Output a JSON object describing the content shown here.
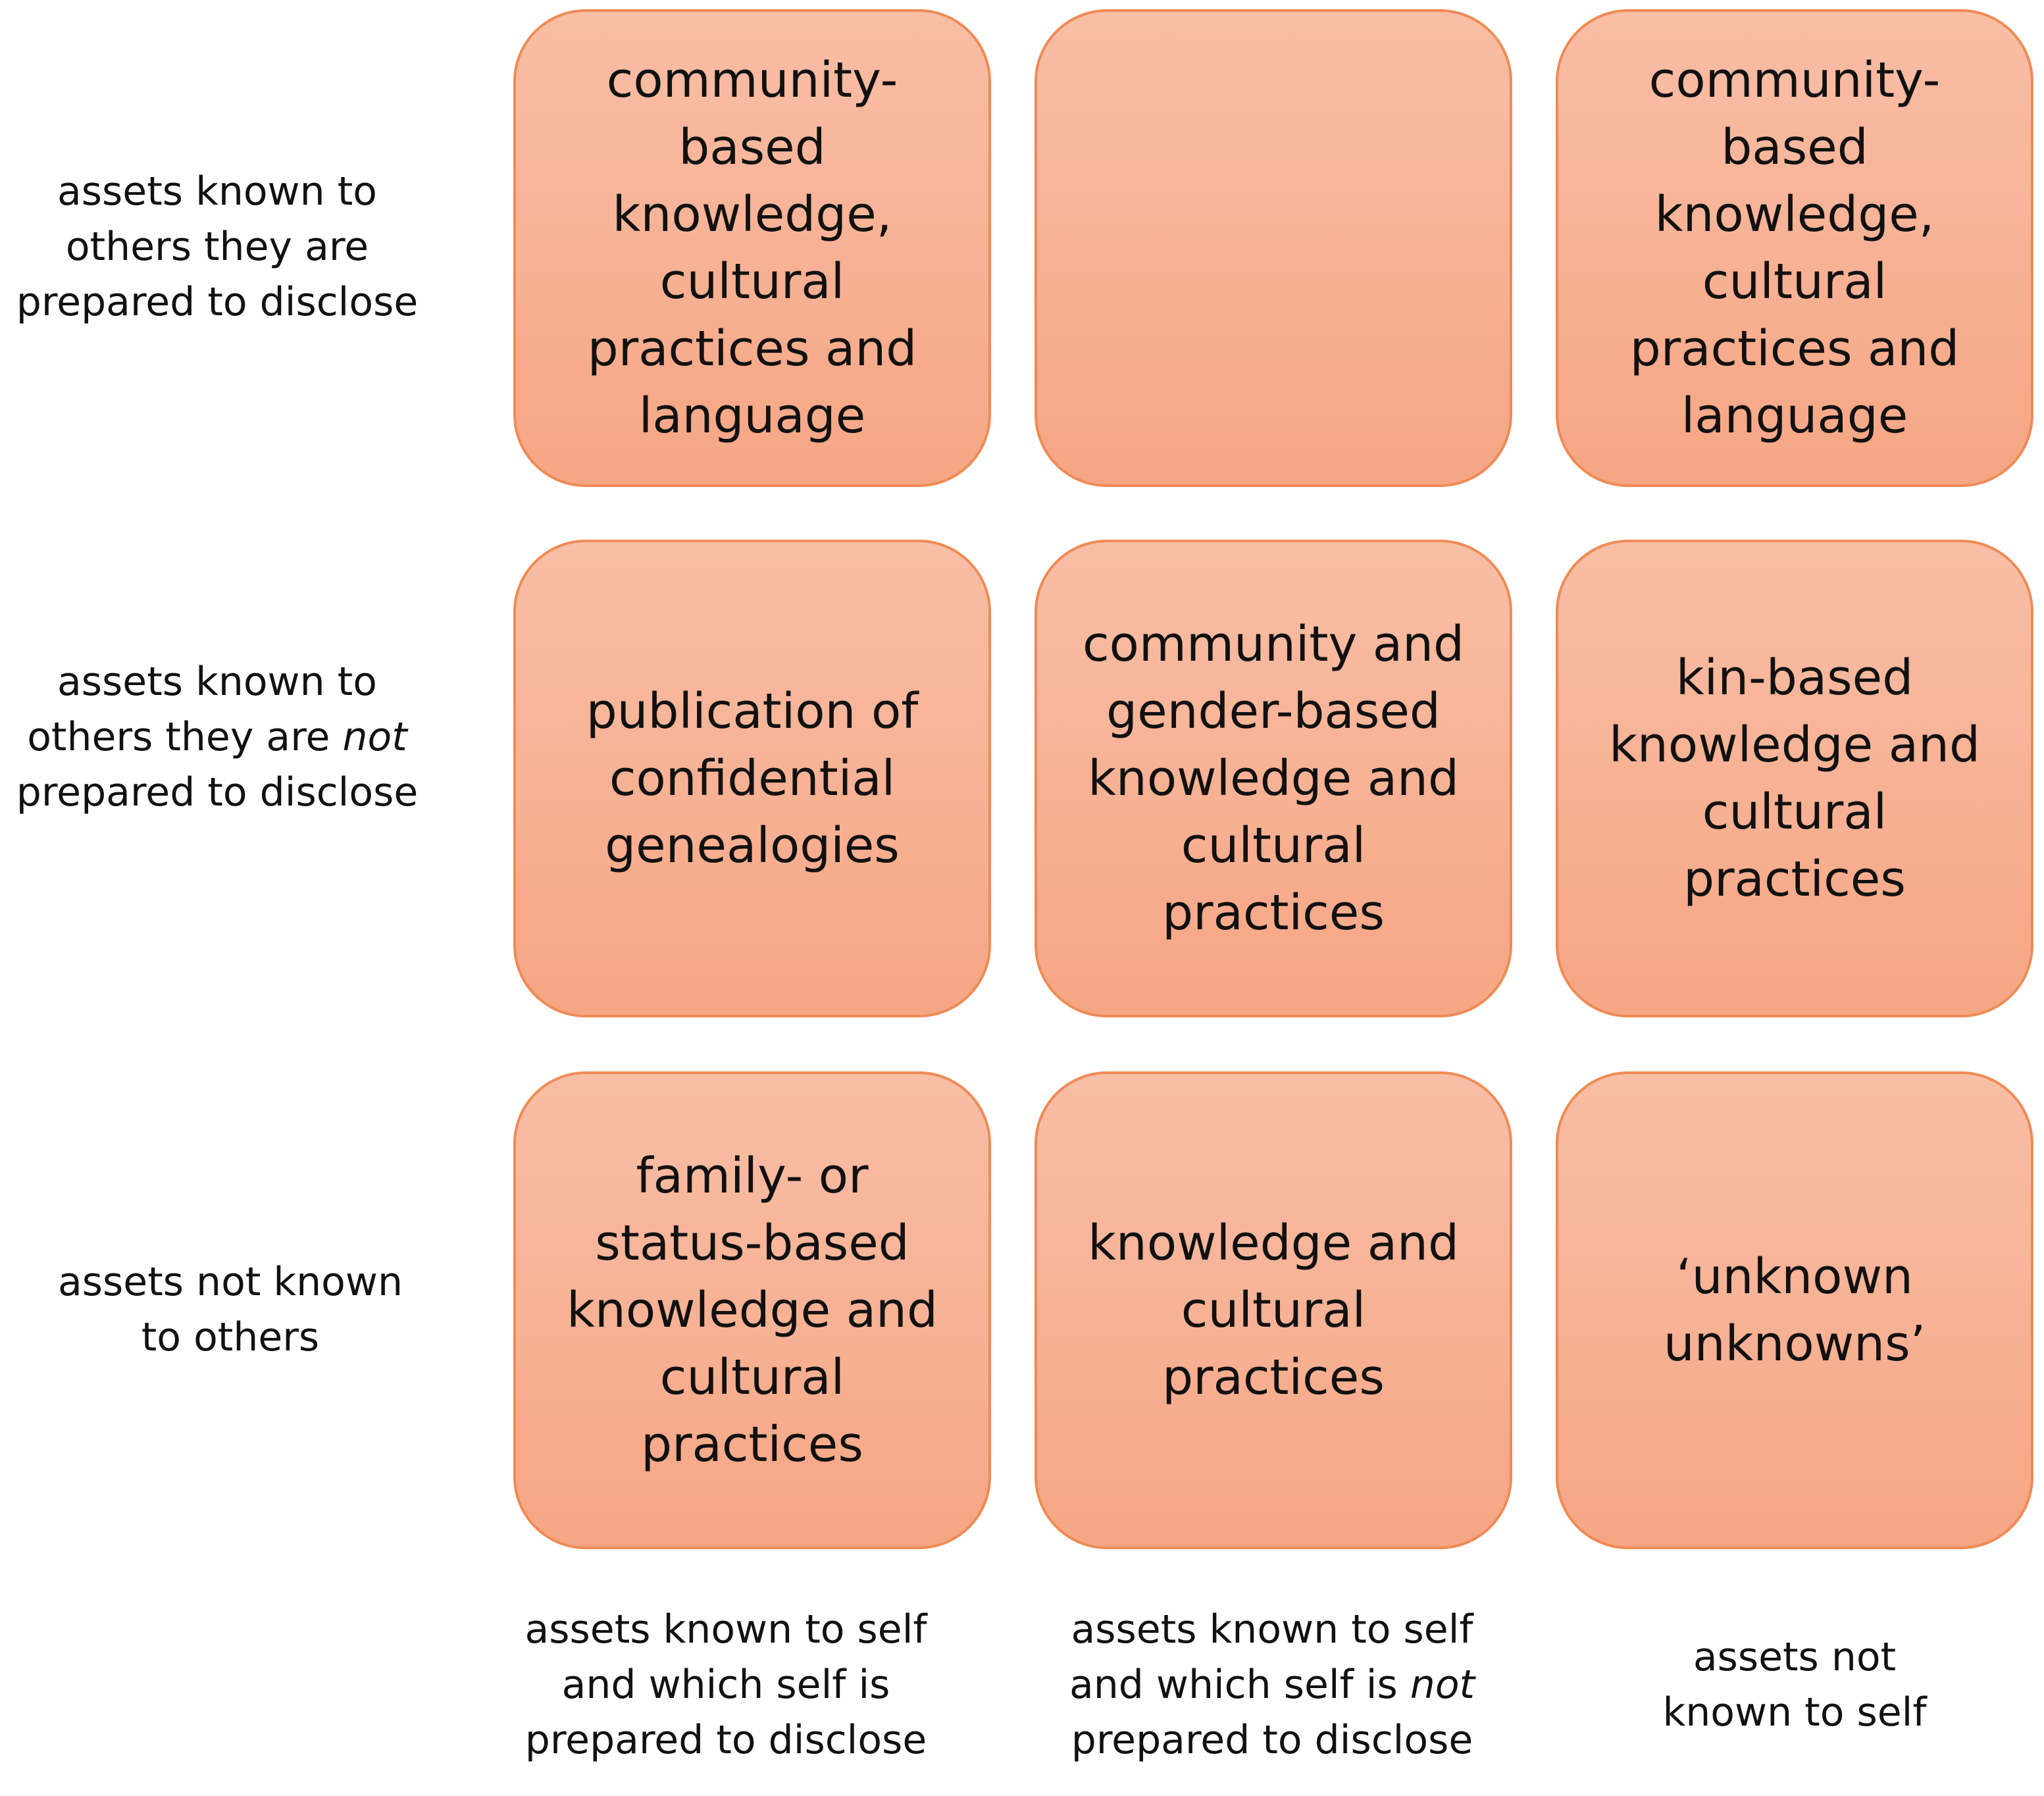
{
  "row_labels": [
    {
      "lines": [
        [
          "assets known to"
        ],
        [
          "others they are"
        ],
        [
          "prepared to disclose"
        ]
      ]
    },
    {
      "lines": [
        [
          "assets known to"
        ],
        [
          "others they are ",
          {
            "i": "not"
          }
        ],
        [
          "prepared to disclose"
        ]
      ]
    },
    {
      "lines": [
        [
          "assets not known"
        ],
        [
          "to others"
        ]
      ]
    }
  ],
  "column_labels": [
    {
      "lines": [
        [
          "assets known to self"
        ],
        [
          "and which self is"
        ],
        [
          "prepared to disclose"
        ]
      ]
    },
    {
      "lines": [
        [
          "assets known to self"
        ],
        [
          "and which self is ",
          {
            "i": "not"
          }
        ],
        [
          "prepared to disclose"
        ]
      ]
    },
    {
      "lines": [
        [
          "assets not"
        ],
        [
          "known to self"
        ]
      ]
    }
  ],
  "cells": [
    [
      {
        "lines": [
          "community-",
          "based",
          "knowledge,",
          "cultural",
          "practices and",
          "language"
        ]
      },
      {
        "lines": []
      },
      {
        "lines": [
          "community-",
          "based",
          "knowledge,",
          "cultural",
          "practices and",
          "language"
        ]
      }
    ],
    [
      {
        "lines": [
          "publication of",
          "confidential",
          "genealogies"
        ]
      },
      {
        "lines": [
          "community and",
          "gender-based",
          "knowledge and",
          "cultural",
          "practices"
        ]
      },
      {
        "lines": [
          "kin-based",
          "knowledge and",
          "cultural",
          "practices"
        ]
      }
    ],
    [
      {
        "lines": [
          "family- or",
          "status-based",
          "knowledge and",
          "cultural",
          "practices"
        ]
      },
      {
        "lines": [
          "knowledge and",
          "cultural",
          "practices"
        ]
      },
      {
        "lines": [
          "‘unknown",
          "unknowns’"
        ]
      }
    ]
  ],
  "colors": {
    "cell_fill_top": "#f8bea6",
    "cell_fill_bottom": "#f6a684",
    "cell_border": "#ef8a55"
  }
}
